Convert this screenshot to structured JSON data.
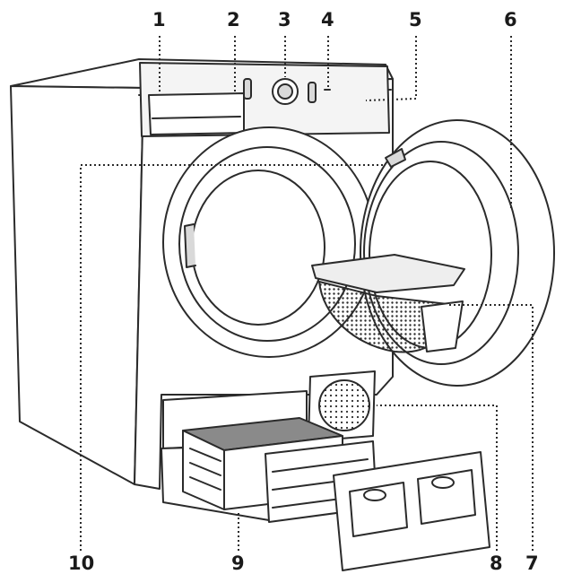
{
  "callouts": [
    {
      "id": "1",
      "label": "1"
    },
    {
      "id": "2",
      "label": "2"
    },
    {
      "id": "3",
      "label": "3"
    },
    {
      "id": "4",
      "label": "4"
    },
    {
      "id": "5",
      "label": "5"
    },
    {
      "id": "6",
      "label": "6"
    },
    {
      "id": "7",
      "label": "7"
    },
    {
      "id": "8",
      "label": "8"
    },
    {
      "id": "9",
      "label": "9"
    },
    {
      "id": "10",
      "label": "10"
    }
  ],
  "colors": {
    "line": "#2b2b2b",
    "panel_fill": "#d9d9d9",
    "shade_dark": "#8a8a8a",
    "background": "#ffffff"
  }
}
